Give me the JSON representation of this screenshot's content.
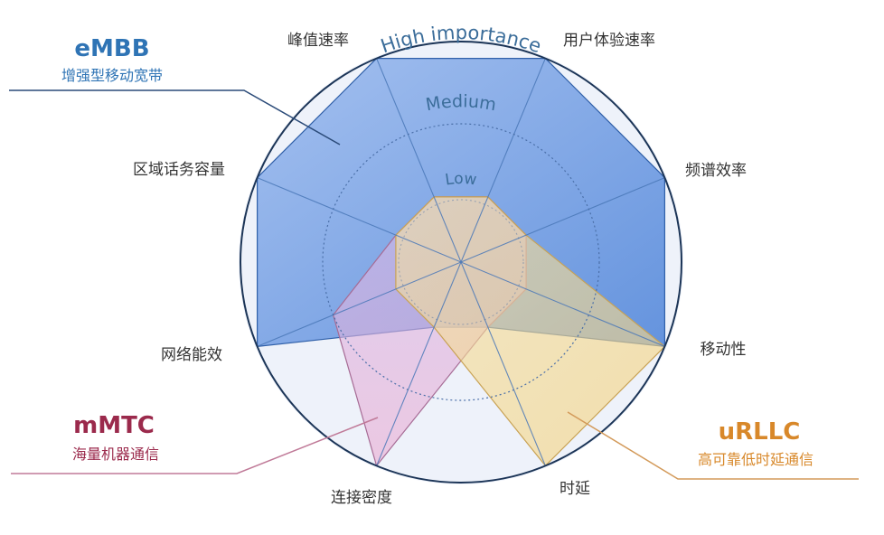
{
  "axes": [
    {
      "id": "peak-rate",
      "label": "峰值速率"
    },
    {
      "id": "user-experience-rate",
      "label": "用户体验速率"
    },
    {
      "id": "spectrum-efficiency",
      "label": "频谱效率"
    },
    {
      "id": "mobility",
      "label": "移动性"
    },
    {
      "id": "latency",
      "label": "时延"
    },
    {
      "id": "connection-density",
      "label": "连接密度"
    },
    {
      "id": "network-energy-efficiency",
      "label": "网络能效"
    },
    {
      "id": "area-traffic-capacity",
      "label": "区域话务容量"
    }
  ],
  "levels": {
    "high": "High importance",
    "medium": "Medium",
    "low": "Low"
  },
  "groups": [
    {
      "id": "embb",
      "title": "eMBB",
      "subtitle": "增强型移动宽带",
      "color": "#2f74b5",
      "fill": "#5b8fe0",
      "levels": [
        "high",
        "high",
        "high",
        "high",
        "low",
        "low",
        "high",
        "high"
      ]
    },
    {
      "id": "mmtc",
      "title": "mMTC",
      "subtitle": "海量机器通信",
      "color": "#9b2a4c",
      "fill": "#e3a9cf",
      "levels": [
        "low",
        "low",
        "low",
        "low",
        "low",
        "high",
        "medium",
        "low"
      ]
    },
    {
      "id": "urllc",
      "title": "uRLLC",
      "subtitle": "高可靠低时延通信",
      "color": "#d8882a",
      "fill": "#f6d98a",
      "levels": [
        "low",
        "low",
        "low",
        "high",
        "high",
        "low",
        "low",
        "low"
      ]
    }
  ],
  "colors": {
    "outer_circle": "#1c3557",
    "spokes": "#4a78b8",
    "dotted_circles": "#4a6fa8",
    "axis_text": "#333333"
  }
}
